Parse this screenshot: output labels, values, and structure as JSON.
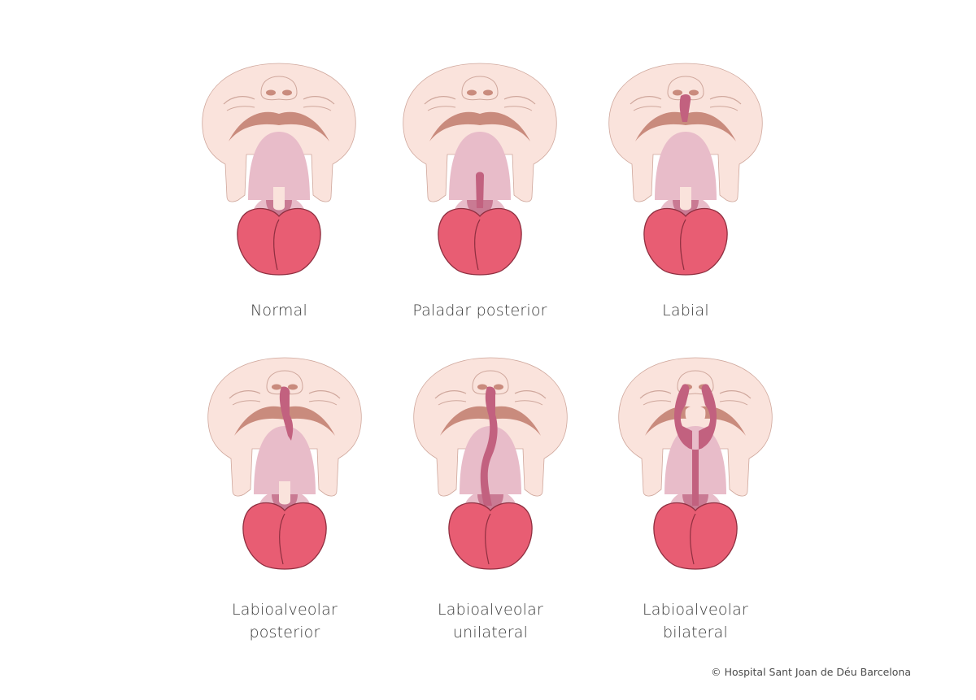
{
  "colors": {
    "skin": "#fae3dc",
    "skin_line": "#cfa79c",
    "lip": "#c98b7d",
    "palate": "#e8bcc9",
    "cleft": "#c2617f",
    "tongue": "#e85d73",
    "tongue_line": "#8f2f40",
    "throat": "#c97a93"
  },
  "figures": [
    {
      "id": "normal",
      "type": "normal",
      "caption": [
        "Normal"
      ]
    },
    {
      "id": "paladar-posterior",
      "type": "posterior",
      "caption": [
        "Paladar posterior"
      ]
    },
    {
      "id": "labial",
      "type": "labial",
      "caption": [
        "Labial"
      ]
    },
    {
      "id": "labioalveolar-posterior",
      "type": "labio-posterior",
      "caption": [
        "Labioalveolar",
        "posterior"
      ]
    },
    {
      "id": "labioalveolar-unilateral",
      "type": "unilateral",
      "caption": [
        "Labioalveolar",
        "unilateral"
      ]
    },
    {
      "id": "labioalveolar-bilateral",
      "type": "bilateral",
      "caption": [
        "Labioalveolar",
        "bilateral"
      ]
    }
  ],
  "credit": "© Hospital Sant Joan de Déu Barcelona"
}
